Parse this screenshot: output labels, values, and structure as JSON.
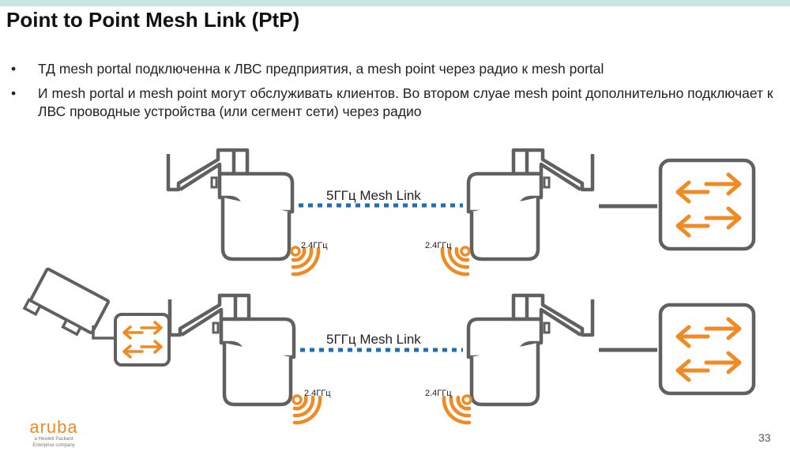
{
  "slide": {
    "title": "Point to Point Mesh Link (PtP)",
    "bullets": [
      "ТД mesh portal подключенна к ЛВС предприятия, а mesh point через радио к mesh portal",
      "И mesh portal и mesh point могут обслуживать клиентов. Во втором слуае mesh point дополнительно подключает к ЛВС проводные устройства (или сегмент сети) через радио"
    ],
    "bullet_symbol": "•",
    "page_number": "33"
  },
  "diagram": {
    "rows": [
      {
        "link_label": "5ГГц Mesh Link",
        "left_radio_label": "2.4ГГц",
        "right_radio_label": "2.4ГГц",
        "left_device": "mesh-point-ap",
        "right_device": "mesh-portal-ap",
        "wired_device": "switch"
      },
      {
        "link_label": "5ГГц Mesh Link",
        "left_radio_label": "2.4ГГц",
        "right_radio_label": "2.4ГГц",
        "left_device": "mesh-point-ap",
        "left_extra": [
          "camera",
          "switch"
        ],
        "right_device": "mesh-portal-ap",
        "wired_device": "switch"
      }
    ],
    "colors": {
      "outline": "#5f6062",
      "accent": "#f08a24",
      "mesh_link": "#1f6fb5"
    }
  },
  "footer": {
    "logo_text": "aruba",
    "logo_sub1": "a Hewlett Packard",
    "logo_sub2": "Enterprise company"
  }
}
